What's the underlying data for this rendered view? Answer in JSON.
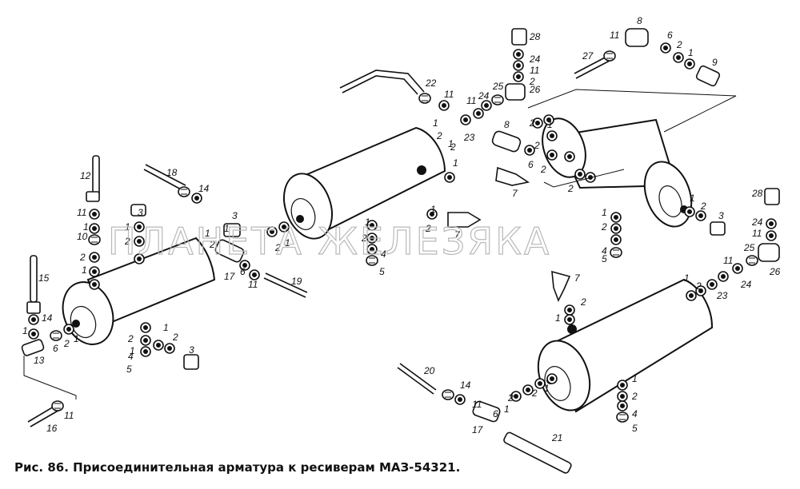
{
  "caption": "Рис. 86. Присоединительная арматура к ресиверам МАЗ-54321.",
  "watermark": "ПЛАНЕТА ЖЕЛЕЗЯКА",
  "colors": {
    "ink": "#111111",
    "watermark": "#b9b9b9",
    "background": "#ffffff"
  },
  "callouts": {
    "c1": "1",
    "c2": "2",
    "c3": "3",
    "c4": "4",
    "c5": "5",
    "c6": "6",
    "c7": "7",
    "c8": "8",
    "c9": "9",
    "c10": "10",
    "c11": "11",
    "c12": "12",
    "c13": "13",
    "c14": "14",
    "c15": "15",
    "c16": "16",
    "c17": "17",
    "c18": "18",
    "c19": "19",
    "c20": "20",
    "c21": "21",
    "c22": "22",
    "c23": "23",
    "c24": "24",
    "c25": "25",
    "c26": "26",
    "c27": "27",
    "c28": "28"
  }
}
